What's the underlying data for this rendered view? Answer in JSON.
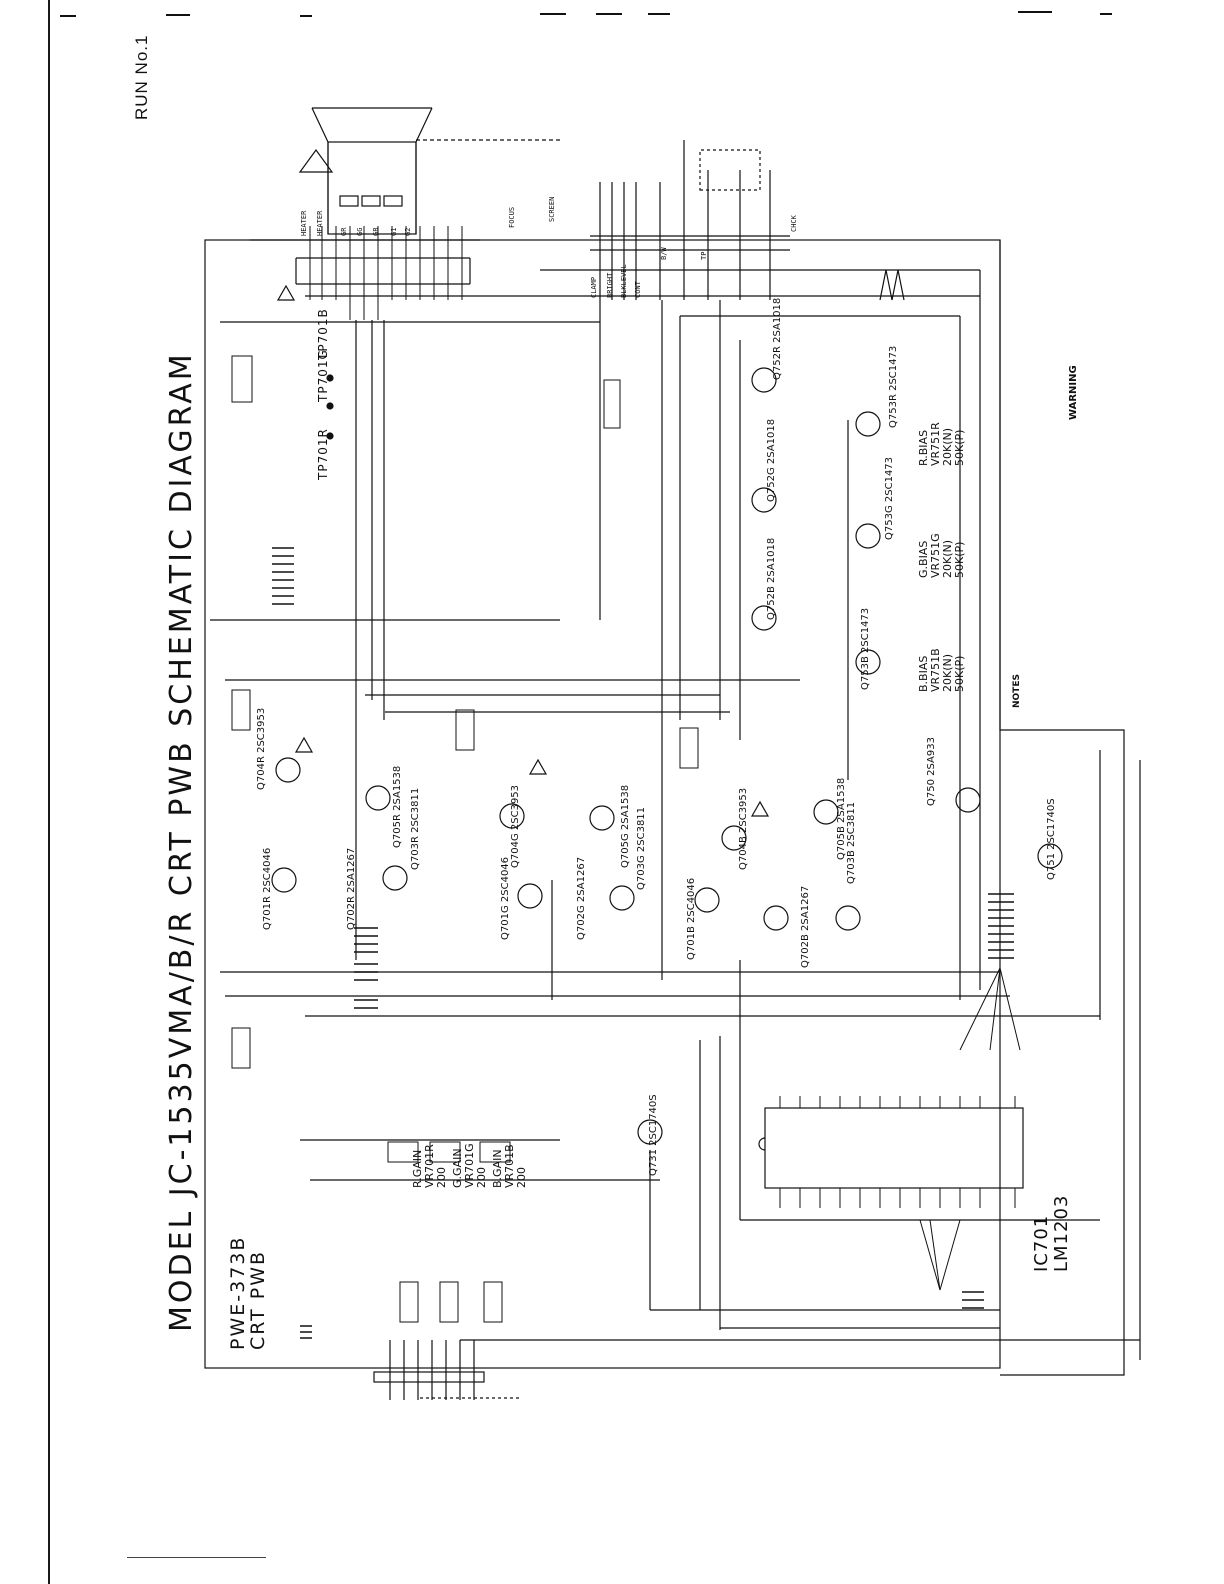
{
  "run_label": "RUN No.1",
  "title": "MODEL  JC-1535VMA/B/R  CRT  PWB  SCHEMATIC  DIAGRAM",
  "pwb": {
    "code": "PWE-373B",
    "name": "CRT  PWB"
  },
  "ic": {
    "ref": "IC701",
    "part": "LM1203"
  },
  "test_points": [
    "TP701R",
    "TP701G",
    "TP701B"
  ],
  "transistors": [
    "Q701R 2SC4046",
    "Q702R 2SA1267",
    "Q703R 2SC3811",
    "Q704R 2SC3953",
    "Q705R 2SA1538",
    "Q701G 2SC4046",
    "Q702G 2SA1267",
    "Q703G 2SC3811",
    "Q704G 2SC3953",
    "Q705G 2SA1538",
    "Q701B 2SC4046",
    "Q702B 2SA1267",
    "Q703B 2SC3811",
    "Q704B 2SC3953",
    "Q705B 2SA1538",
    "Q752R 2SA1018",
    "Q753R 2SC1473",
    "Q752G 2SA1018",
    "Q753G 2SC1473",
    "Q752B 2SA1018",
    "Q753B 2SC1473",
    "Q750 2SA933",
    "Q751 2SC1740S",
    "Q731 2SC1740S"
  ],
  "bias_controls": [
    {
      "label": "R.BIAS",
      "ref": "VR751R",
      "values": [
        "20K(N)",
        "50K(P)"
      ]
    },
    {
      "label": "G.BIAS",
      "ref": "VR751G",
      "values": [
        "20K(N)",
        "50K(P)"
      ]
    },
    {
      "label": "B.BIAS",
      "ref": "VR751B",
      "values": [
        "20K(N)",
        "50K(P)"
      ]
    }
  ],
  "gain_controls": [
    {
      "label": "R.GAIN",
      "ref": "VR701R",
      "value": "200"
    },
    {
      "label": "G.GAIN",
      "ref": "VR701G",
      "value": "200"
    },
    {
      "label": "B.GAIN",
      "ref": "VR701B",
      "value": "200"
    }
  ],
  "crt_pins": [
    "HEATER",
    "HEATER",
    "GR",
    "GG",
    "GB",
    "G1",
    "G2",
    "FOCUS",
    "SCREEN"
  ],
  "connector_pins": [
    "CLAMP",
    "BRIGHT",
    "CONT",
    "BLKLEVEL",
    "B/W",
    "TP",
    "CHCK"
  ],
  "notes_heading": "NOTES",
  "warning_heading": "WARNING",
  "misc_labels": [
    "FOCUS",
    "SCREEN",
    "CHCK",
    "HEATER",
    "CRT"
  ],
  "colors": {
    "ink": "#111111",
    "accent_line": "#2d3aa8"
  }
}
